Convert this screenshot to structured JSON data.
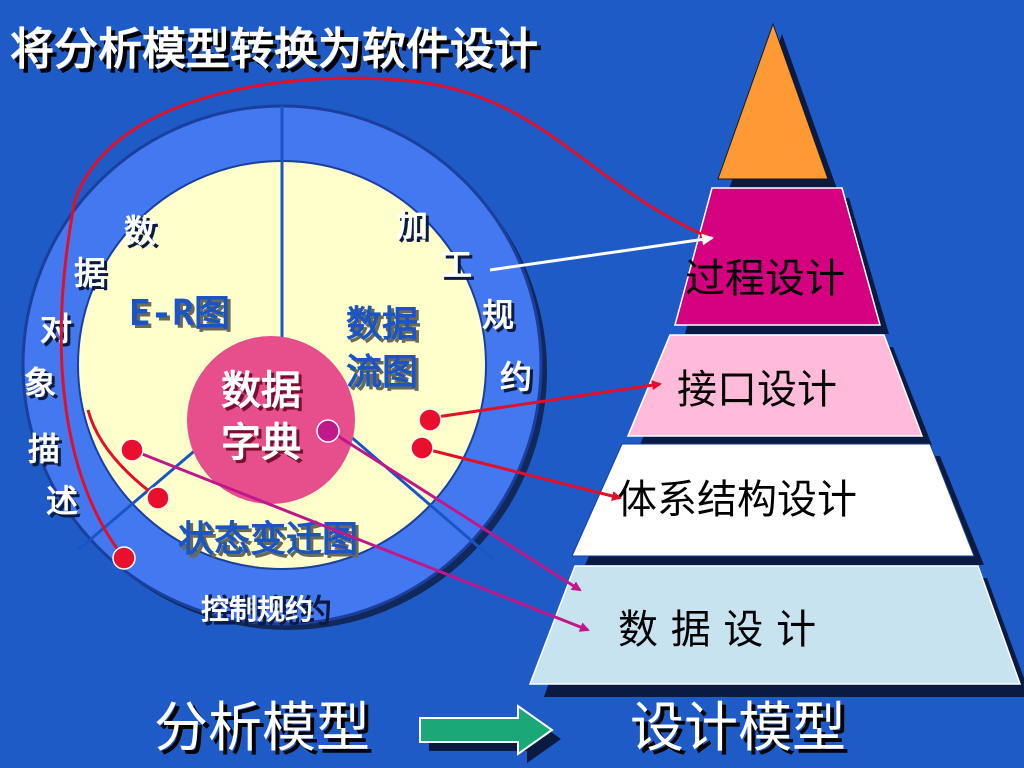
{
  "slide_title": "将分析模型转换为软件设计",
  "analysis_model": {
    "outer_left_label": "数据对象描述",
    "outer_right_label": "加工规约",
    "outer_bottom_label": "控制规约",
    "quadrant_er": "E-R图",
    "quadrant_dfd": "数据流图",
    "quadrant_state": "状态变迁图",
    "center": "数据字典"
  },
  "design_model": {
    "levels": [
      {
        "label": "",
        "color": "#ff9933"
      },
      {
        "label": "过程设计",
        "color": "#d40080"
      },
      {
        "label": "接口设计",
        "color": "#ffbbd9"
      },
      {
        "label": "体系结构设计",
        "color": "#ffffff"
      },
      {
        "label": "数 据 设 计",
        "color": "#c6e3ef"
      }
    ]
  },
  "footer": {
    "left": "分析模型",
    "right": "设计模型"
  },
  "colors": {
    "background": "#1e5bc6",
    "outer_ring": "#4478f0",
    "inner_disc": "#ffffcc",
    "center_disc": "#e64f8c",
    "dot": "#e8102c",
    "arrow_red": "#e0102a",
    "arrow_magenta": "#c0188a",
    "arrow_white": "#ffffff",
    "footer_arrow": "#1aa878"
  }
}
